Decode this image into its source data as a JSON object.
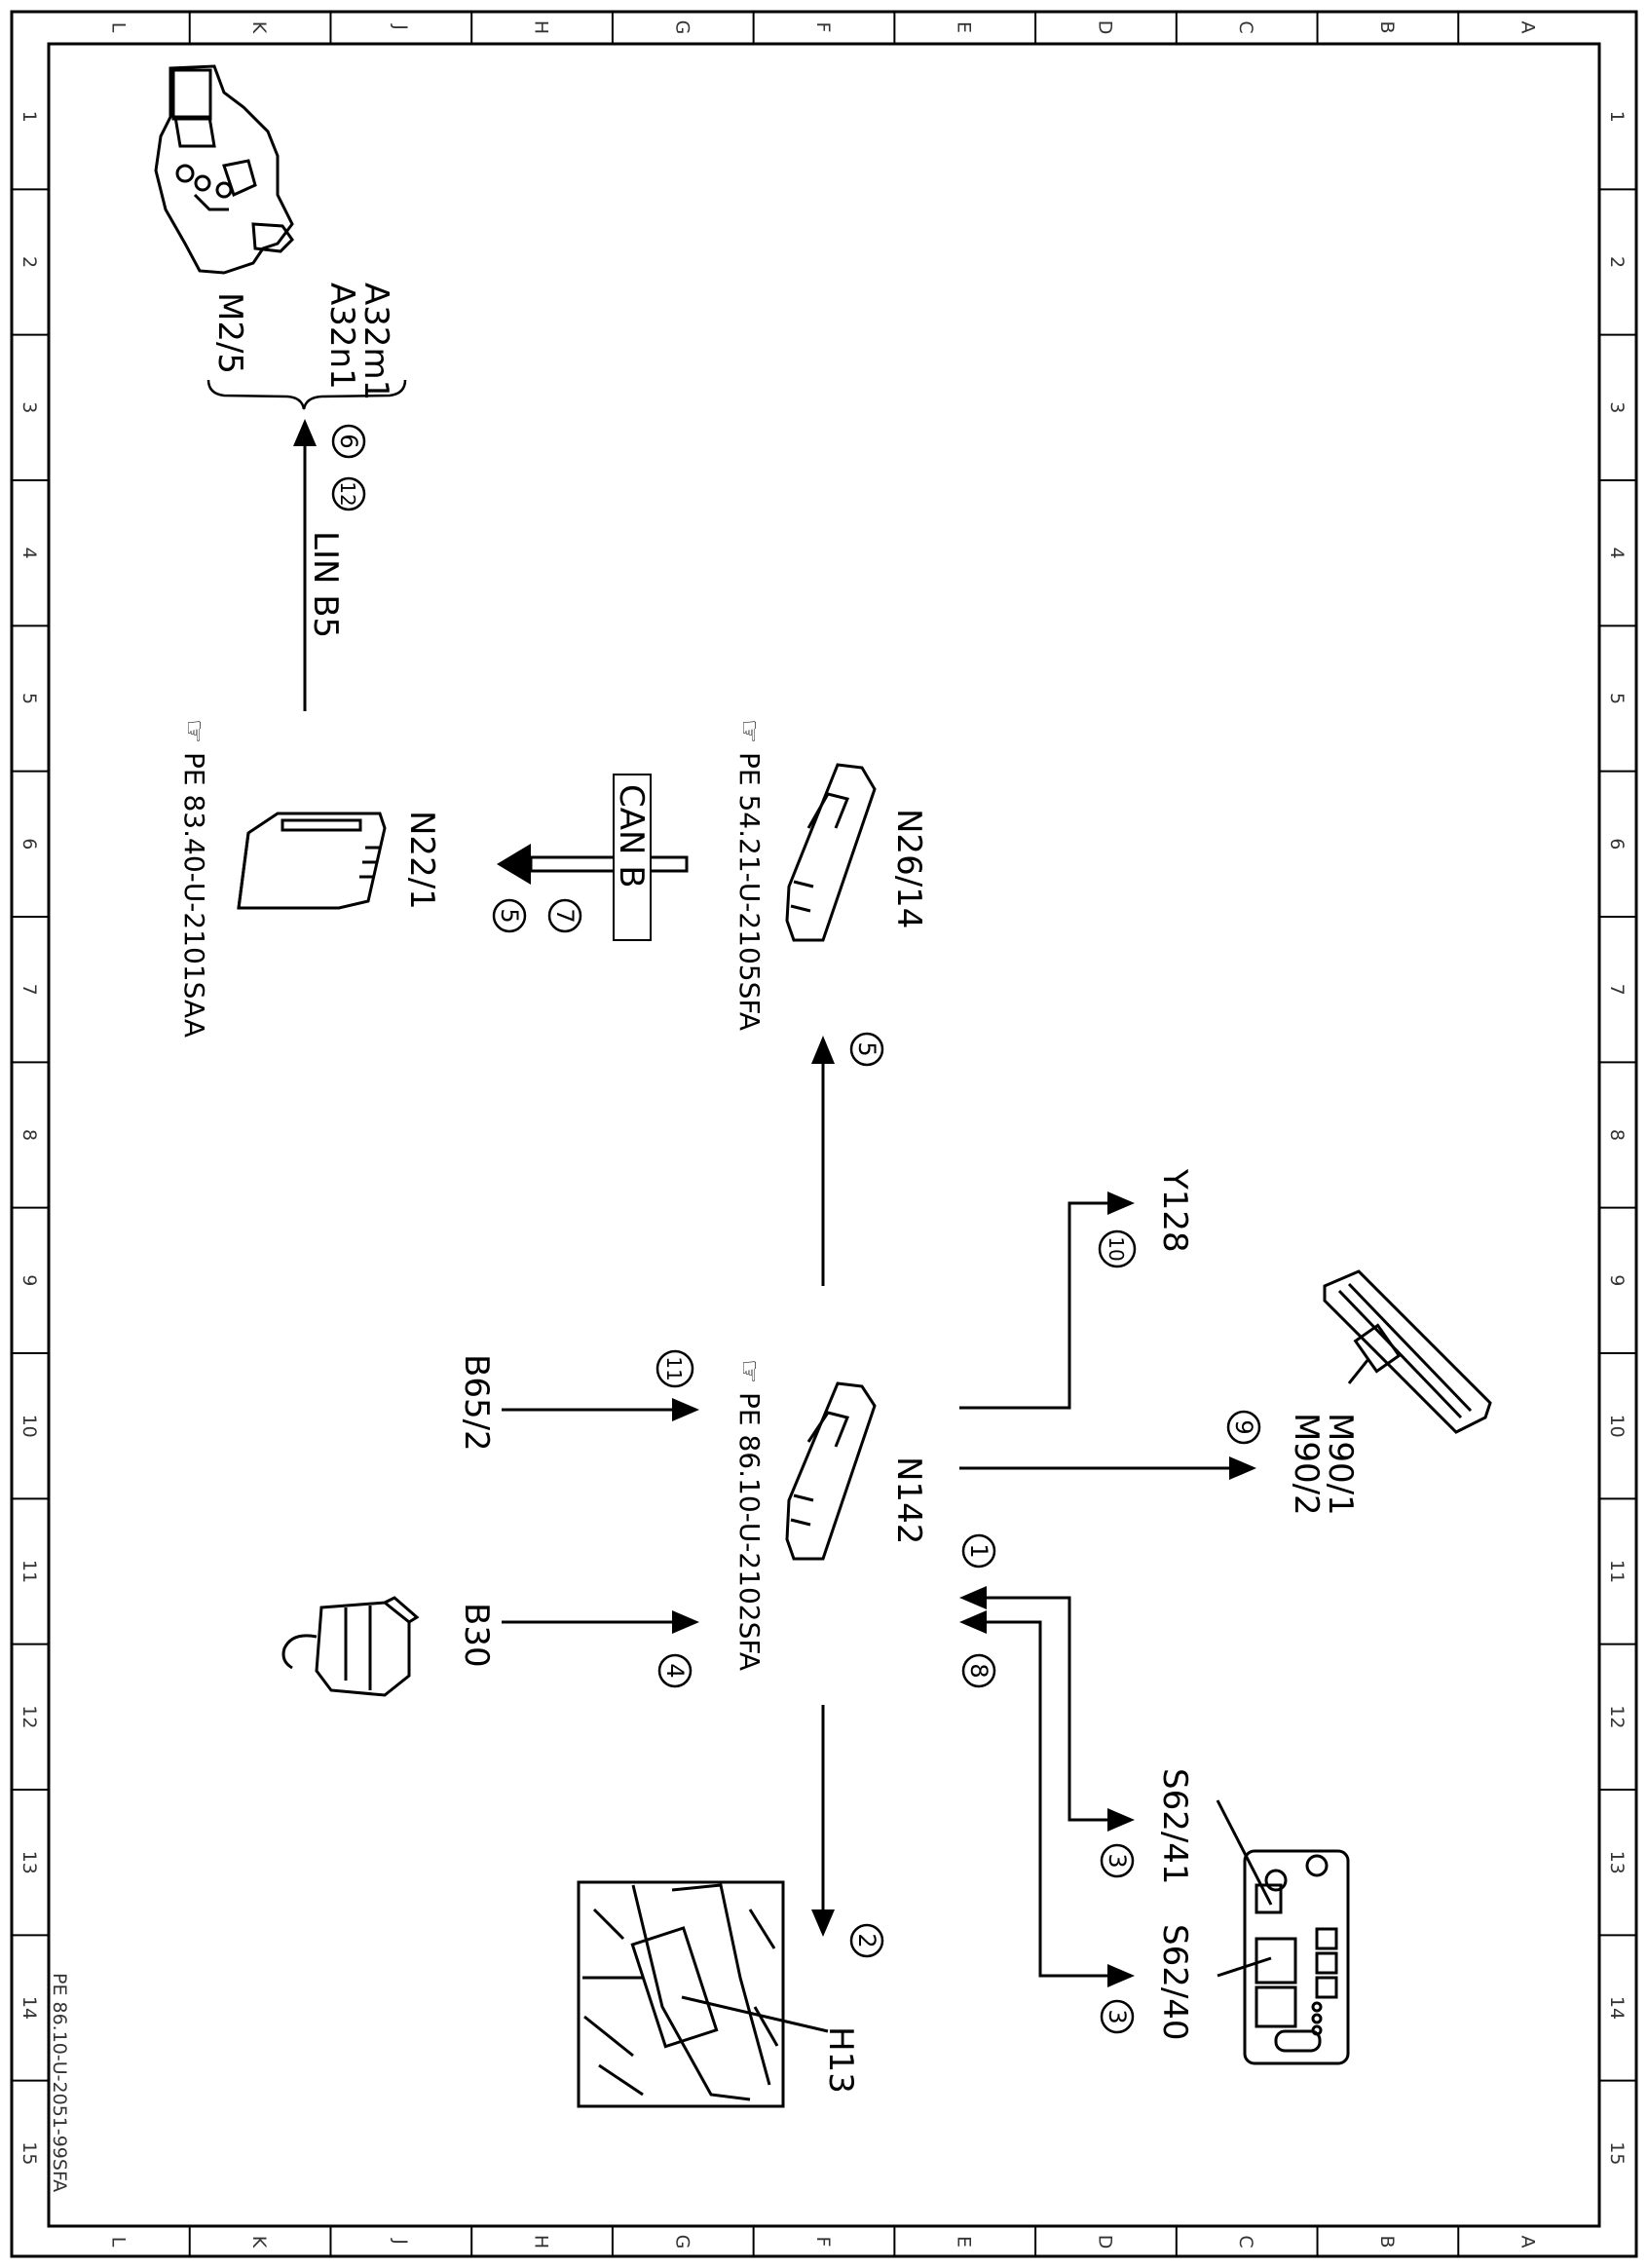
{
  "document_id": "PE 86.10-U-2051-99SFA",
  "grid": {
    "letters": [
      "L",
      "K",
      "J",
      "H",
      "G",
      "F",
      "E",
      "D",
      "C",
      "B",
      "A"
    ],
    "numbers": [
      "1",
      "2",
      "3",
      "4",
      "5",
      "6",
      "7",
      "8",
      "9",
      "10",
      "11",
      "12",
      "13",
      "14",
      "15"
    ]
  },
  "components": {
    "m2_5": "M2/5",
    "a32m1": "A32m1",
    "a32n1": "A32n1",
    "n22_1": "N22/1",
    "n22_1_ref": "PE 83.40-U-2101SAA",
    "n26_14": "N26/14",
    "n26_14_ref": "PE 54.21-U-2105SFA",
    "n142": "N142",
    "n142_ref": "PE 86.10-U-2102SFA",
    "b65_2": "B65/2",
    "b30": "B30",
    "y128": "Y128",
    "m90_1": "M90/1",
    "m90_2": "M90/2",
    "s62_41": "S62/41",
    "s62_40": "S62/40",
    "h13": "H13"
  },
  "buses": {
    "lin": "LIN B5",
    "can": "CAN B"
  },
  "signal_numbers": {
    "lin_1": "6",
    "lin_2": "12",
    "can_1": "7",
    "can_2": "5",
    "to_n26": "5",
    "to_y128": "10",
    "to_m90": "9",
    "from_s62_a": "1",
    "from_s62_b": "8",
    "s62_41": "3",
    "s62_40": "3",
    "from_b65": "11",
    "from_b30": "4",
    "to_h13": "2"
  }
}
